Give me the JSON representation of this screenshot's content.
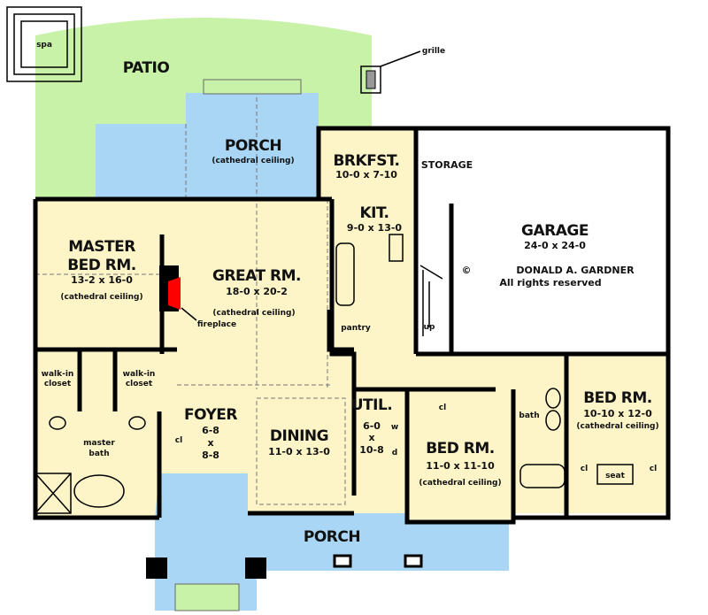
{
  "colors": {
    "living": "#fdf5c8",
    "patio": "#c8f2a8",
    "porch": "#a8d6f4",
    "garage": "#ffffff",
    "fireplace": "#ff0000",
    "wall": "#000000"
  },
  "labels": {
    "spa": "spa",
    "patio": "PATIO",
    "grille": "grille",
    "rear_porch": {
      "name": "PORCH",
      "note": "(cathedral ceiling)"
    },
    "brkfst": {
      "name": "BRKFST.",
      "dim": "10-0 x 7-10"
    },
    "storage": "STORAGE",
    "kit": {
      "name": "KIT.",
      "dim": "9-0 x 13-0"
    },
    "garage": {
      "name": "GARAGE",
      "dim": "24-0 x 24-0"
    },
    "copyright": {
      "symbol": "©",
      "owner": "DONALD A. GARDNER",
      "rights": "All rights reserved"
    },
    "master": {
      "name1": "MASTER",
      "name2": "BED RM.",
      "dim": "13-2 x 16-0",
      "note": "(cathedral ceiling)"
    },
    "great": {
      "name": "GREAT RM.",
      "dim": "18-0 x 20-2",
      "note": "(cathedral ceiling)"
    },
    "fireplace": "fireplace",
    "pantry": "pantry",
    "up": "up",
    "walkin1": {
      "l1": "walk-in",
      "l2": "closet"
    },
    "walkin2": {
      "l1": "walk-in",
      "l2": "closet"
    },
    "master_bath": {
      "l1": "master",
      "l2": "bath"
    },
    "foyer": {
      "name": "FOYER",
      "d1": "6-8",
      "d2": "x",
      "d3": "8-8",
      "cl": "cl"
    },
    "dining": {
      "name": "DINING",
      "dim": "11-0 x 13-0"
    },
    "util": {
      "name": "UTIL.",
      "d1": "6-0",
      "d2": "x",
      "d3": "10-8",
      "w": "w",
      "d": "d"
    },
    "bed2": {
      "name": "BED RM.",
      "dim": "11-0 x 11-10",
      "note": "(cathedral ceiling)",
      "cl": "cl"
    },
    "bath": "bath",
    "bed3": {
      "name": "BED RM.",
      "dim": "10-10 x 12-0",
      "note": "(cathedral ceiling)",
      "cl1": "cl",
      "cl2": "cl",
      "seat": "seat"
    },
    "front_porch": "PORCH"
  }
}
